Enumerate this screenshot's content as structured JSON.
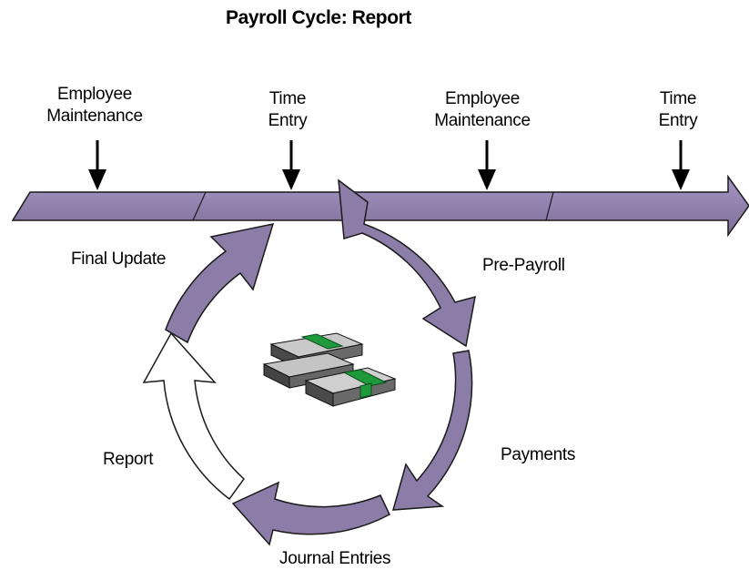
{
  "title": "Payroll Cycle: Report",
  "timeline_labels": [
    {
      "line1": "Employee",
      "line2": "Maintenance"
    },
    {
      "line1": "Time",
      "line2": "Entry"
    },
    {
      "line1": "Employee",
      "line2": "Maintenance"
    },
    {
      "line1": "Time",
      "line2": "Entry"
    }
  ],
  "cycle_labels": {
    "final_update": "Final Update",
    "pre_payroll": "Pre-Payroll",
    "payments": "Payments",
    "journal_entries": "Journal Entries",
    "report": "Report"
  },
  "colors": {
    "arrow_fill": "#8c7da8",
    "arrow_stroke": "#1a1a1a",
    "current_step_fill": "#ffffff",
    "money_band": "#1e9a3c"
  },
  "highlighted_step": "Report",
  "center_icon": "money-stack-icon"
}
